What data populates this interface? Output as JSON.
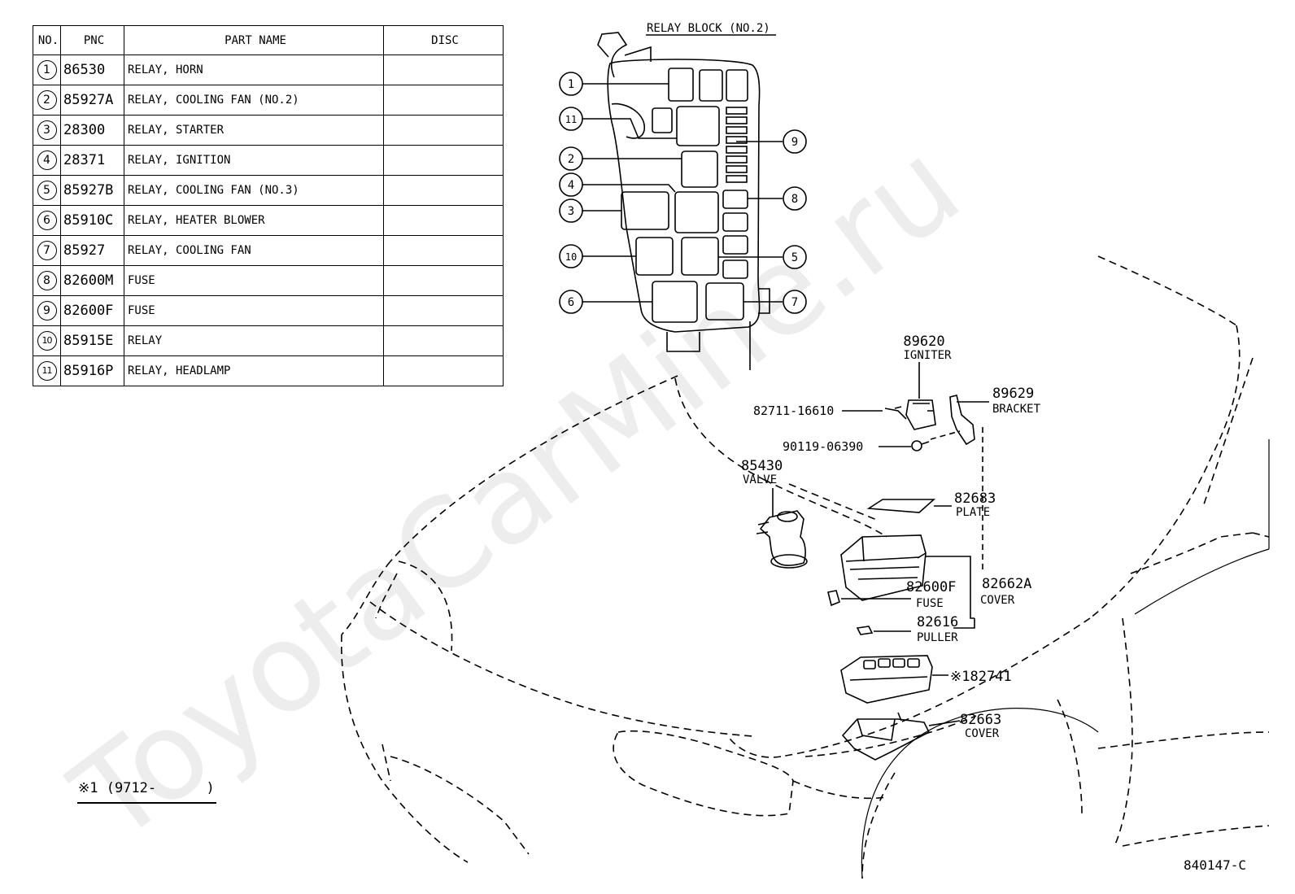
{
  "table": {
    "headers": {
      "no": "NO.",
      "pnc": "PNC",
      "part_name": "PART NAME",
      "disc": "DISC"
    },
    "rows": [
      {
        "no": "1",
        "pnc": "86530",
        "name": "RELAY, HORN",
        "disc": ""
      },
      {
        "no": "2",
        "pnc": "85927A",
        "name": "RELAY, COOLING FAN (NO.2)",
        "disc": ""
      },
      {
        "no": "3",
        "pnc": "28300",
        "name": "RELAY, STARTER",
        "disc": ""
      },
      {
        "no": "4",
        "pnc": "28371",
        "name": "RELAY, IGNITION",
        "disc": ""
      },
      {
        "no": "5",
        "pnc": "85927B",
        "name": "RELAY, COOLING FAN (NO.3)",
        "disc": ""
      },
      {
        "no": "6",
        "pnc": "85910C",
        "name": "RELAY, HEATER BLOWER",
        "disc": ""
      },
      {
        "no": "7",
        "pnc": "85927",
        "name": "RELAY, COOLING FAN",
        "disc": ""
      },
      {
        "no": "8",
        "pnc": "82600M",
        "name": "FUSE",
        "disc": ""
      },
      {
        "no": "9",
        "pnc": "82600F",
        "name": "FUSE",
        "disc": ""
      },
      {
        "no": "10",
        "pnc": "85915E",
        "name": "RELAY",
        "disc": ""
      },
      {
        "no": "11",
        "pnc": "85916P",
        "name": "RELAY, HEADLAMP",
        "disc": ""
      }
    ]
  },
  "relay_block": {
    "title": "RELAY BLOCK (NO.2)",
    "callouts": [
      "1",
      "11",
      "2",
      "4",
      "3",
      "10",
      "6",
      "9",
      "8",
      "5",
      "7"
    ]
  },
  "parts": {
    "igniter": {
      "pnc": "89620",
      "name": "IGNITER"
    },
    "bracket": {
      "pnc": "89629",
      "name": "BRACKET"
    },
    "harness": {
      "pnc": "82711-16610"
    },
    "screw": {
      "pnc": "90119-06390"
    },
    "valve": {
      "pnc": "85430",
      "name": "VALVE"
    },
    "plate": {
      "pnc": "82683",
      "name": "PLATE"
    },
    "fuse": {
      "pnc": "82600F",
      "name": "FUSE"
    },
    "cover_a": {
      "pnc": "82662A",
      "name": "COVER"
    },
    "puller": {
      "pnc": "82616",
      "name": "PULLER"
    },
    "block": {
      "pnc": "※182741"
    },
    "cover_b": {
      "pnc": "82663",
      "name": "COVER"
    }
  },
  "footnote": "※1 (9712-      )",
  "diagram_id": "840147-C",
  "watermark": "ToyotaCarMine.ru"
}
